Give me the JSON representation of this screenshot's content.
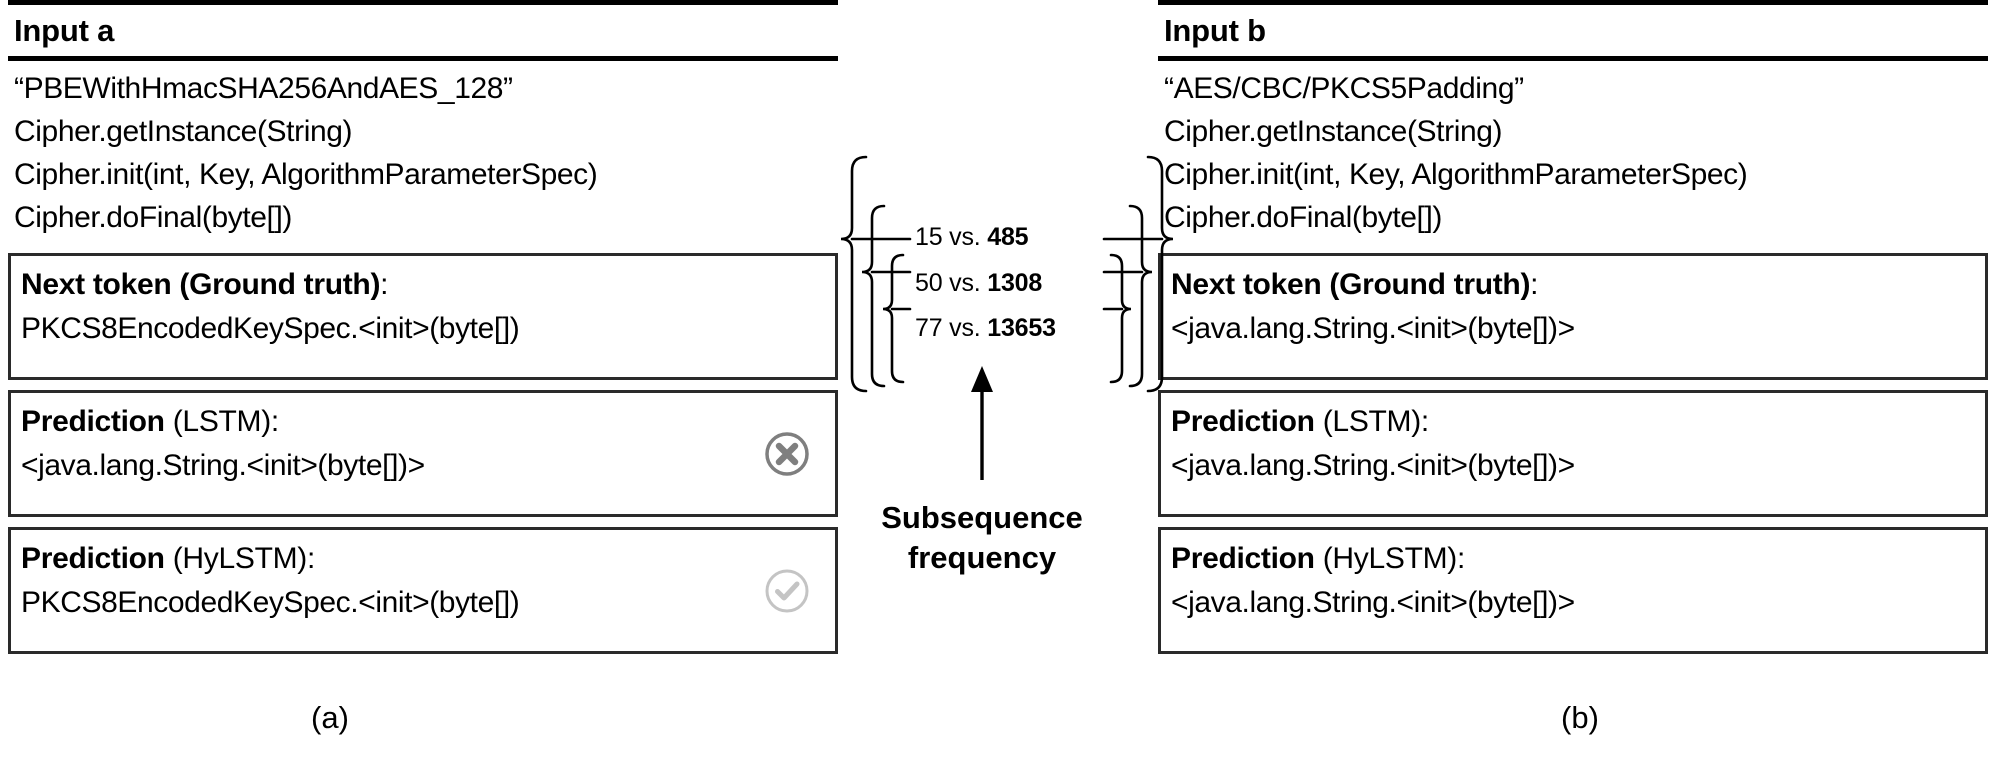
{
  "figure": {
    "panels": [
      {
        "id": "a",
        "header": "Input a",
        "caption": "(a)",
        "code_lines": [
          "“PBEWithHmacSHA256AndAES_128”",
          "Cipher.getInstance(String)",
          "Cipher.init(int, Key, AlgorithmParameterSpec)",
          "Cipher.doFinal(byte[])"
        ],
        "cards": [
          {
            "label_bold": "Next token (Ground truth)",
            "label_rest": ":",
            "value": "PKCS8EncodedKeySpec.<init>(byte[])",
            "icon": ""
          },
          {
            "label_bold": "Prediction",
            "label_rest": " (LSTM):",
            "value": "<java.lang.String.<init>(byte[])>",
            "icon": "cross-circle-icon"
          },
          {
            "label_bold": "Prediction",
            "label_rest": " (HyLSTM):",
            "value": "PKCS8EncodedKeySpec.<init>(byte[])",
            "icon": "check-circle-icon"
          }
        ]
      },
      {
        "id": "b",
        "header": "Input b",
        "caption": "(b)",
        "code_lines": [
          "“AES/CBC/PKCS5Padding”",
          "Cipher.getInstance(String)",
          "Cipher.init(int, Key, AlgorithmParameterSpec)",
          "Cipher.doFinal(byte[])"
        ],
        "cards": [
          {
            "label_bold": "Next token (Ground truth)",
            "label_rest": ":",
            "value": "<java.lang.String.<init>(byte[])>",
            "icon": ""
          },
          {
            "label_bold": "Prediction",
            "label_rest": " (LSTM):",
            "value": "<java.lang.String.<init>(byte[])>",
            "icon": ""
          },
          {
            "label_bold": "Prediction",
            "label_rest": " (HyLSTM):",
            "value": "<java.lang.String.<init>(byte[])>",
            "icon": ""
          }
        ]
      }
    ],
    "center": {
      "annotation_label": "Subsequence frequency",
      "annotation_label_line1": "Subsequence",
      "annotation_label_line2": "frequency",
      "comparisons": [
        {
          "a": "15",
          "sep": " vs. ",
          "b": "485"
        },
        {
          "a": "50",
          "sep": " vs. ",
          "b": "1308"
        },
        {
          "a": "77",
          "sep": " vs. ",
          "b": "13653"
        }
      ]
    },
    "colors": {
      "rule": "#000000",
      "card_border": "#2a2a2a",
      "cross_icon": "#7f7f7f",
      "check_icon": "#bfbfbf",
      "text": "#000000"
    }
  }
}
